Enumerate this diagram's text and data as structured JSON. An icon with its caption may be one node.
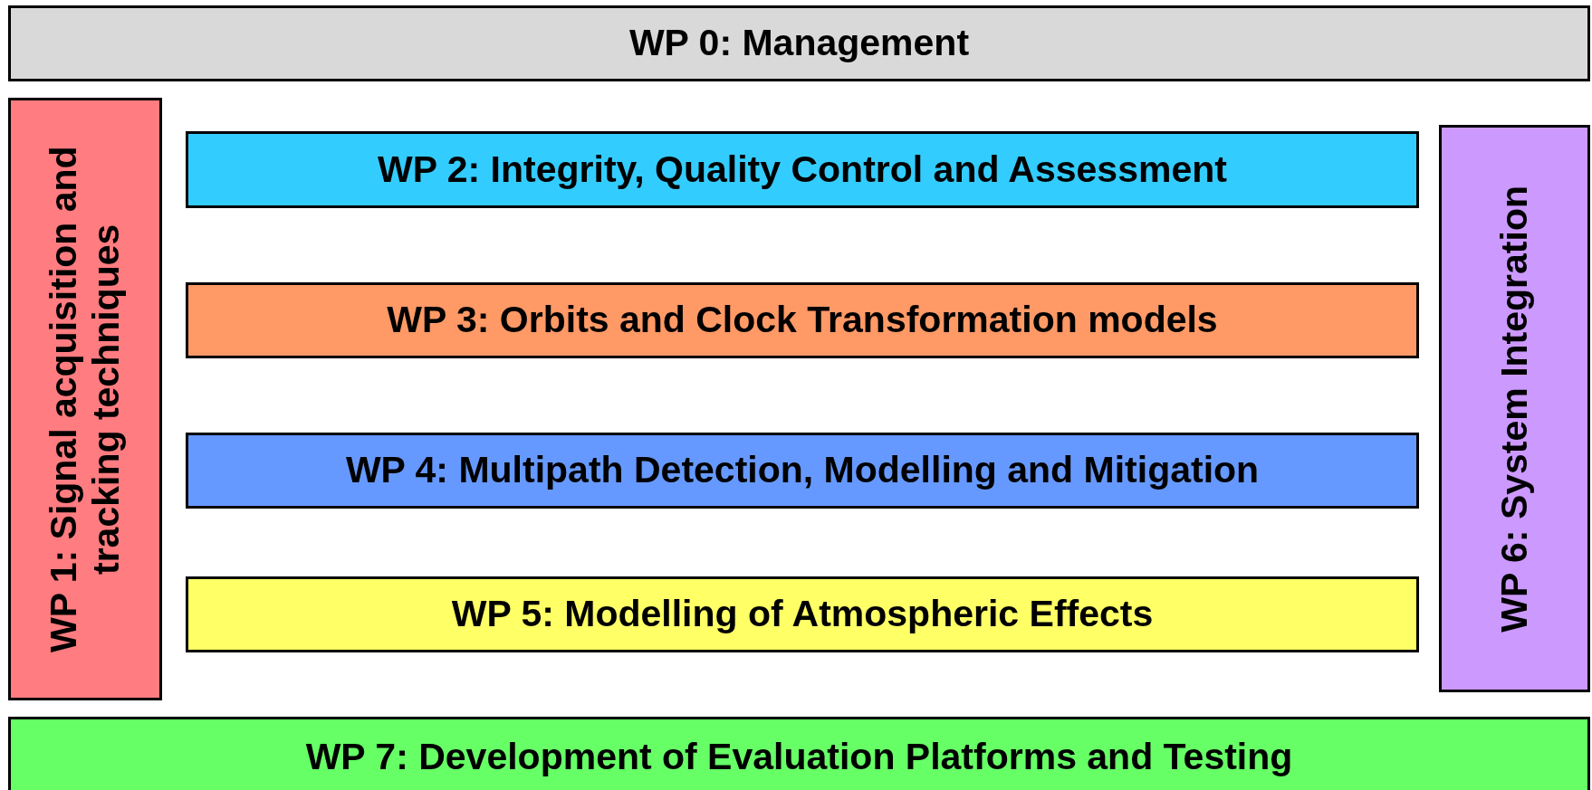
{
  "diagram": {
    "nodes": [
      {
        "text": [
          "WP 0: Management"
        ]
      },
      {
        "text": [
          "WP 1: Signal acquisition and tracking techniques"
        ]
      },
      {
        "text": [
          "WP 2: Integrity, Quality Control and Assessment"
        ]
      },
      {
        "text": [
          "WP 3: Orbits and Clock Transformation models"
        ]
      },
      {
        "text": [
          "WP 4: Multipath Detection, Modelling and Mitigation"
        ]
      },
      {
        "text": [
          "WP 5: Modelling of Atmospheric Effects"
        ]
      },
      {
        "text": [
          "WP 6: System Integration"
        ]
      },
      {
        "text": [
          "WP 7: Development of Evaluation Platforms and Testing"
        ]
      }
    ]
  }
}
